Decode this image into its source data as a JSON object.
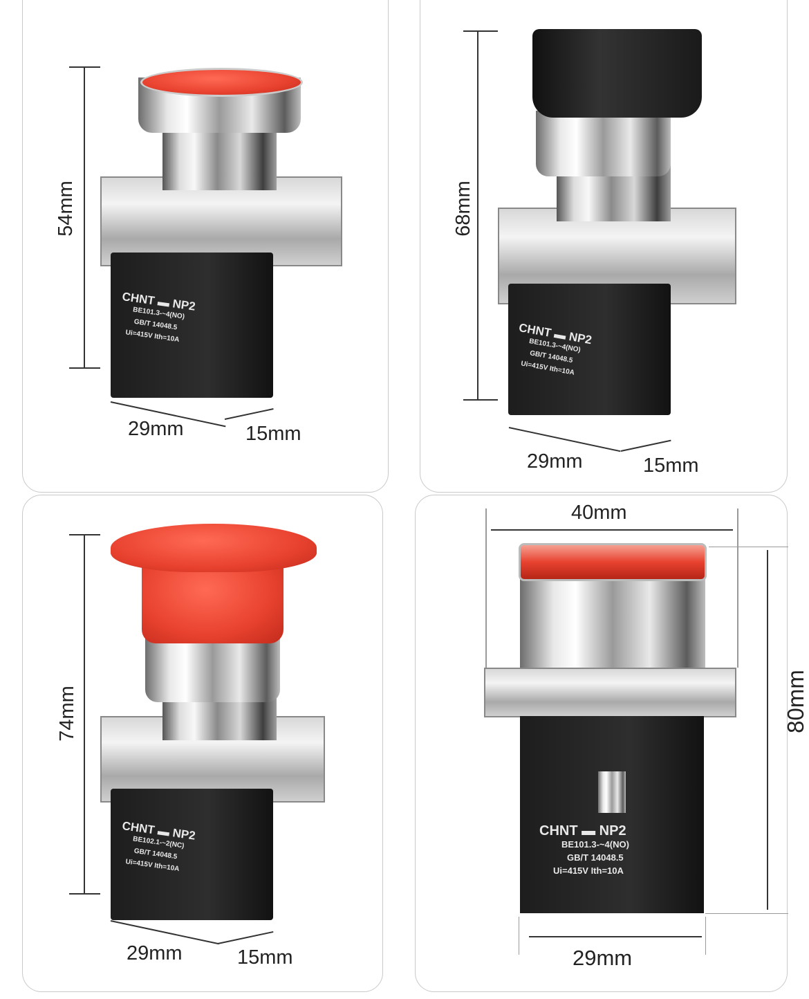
{
  "panels": [
    {
      "variant": "flush red push button",
      "height": "54mm",
      "width": "29mm",
      "depth": "15mm",
      "marking": {
        "brand": "CHNT",
        "model": "NP2",
        "code": "BE101.3-~4(NO)",
        "standard": "GB/T  14048.5",
        "rating": "Ui=415V  Ith=10A"
      }
    },
    {
      "variant": "black selector switch",
      "height": "68mm",
      "width": "29mm",
      "depth": "15mm",
      "marking": {
        "brand": "CHNT",
        "model": "NP2",
        "code": "BE101.3-~4(NO)",
        "standard": "GB/T  14048.5",
        "rating": "Ui=415V  Ith=10A"
      }
    },
    {
      "variant": "red mushroom emergency button",
      "height": "74mm",
      "width": "29mm",
      "depth": "15mm",
      "marking": {
        "brand": "CHNT",
        "model": "NP2",
        "code": "BE102.1-~2(NC)",
        "standard": "GB/T  14048.5",
        "rating": "Ui=415V  Ith=10A"
      }
    },
    {
      "variant": "illuminated red push button front view",
      "diameter": "40mm",
      "height": "80mm",
      "width": "29mm",
      "marking": {
        "brand": "CHNT",
        "model": "NP2",
        "code": "BE101.3-~4(NO)",
        "standard": "GB/T  14048.5",
        "rating": "Ui=415V  Ith=10A"
      }
    }
  ],
  "colors": {
    "cap_red": "#e8422f",
    "body_black": "#1d1d1d",
    "panel_border": "#c9c9c9"
  }
}
